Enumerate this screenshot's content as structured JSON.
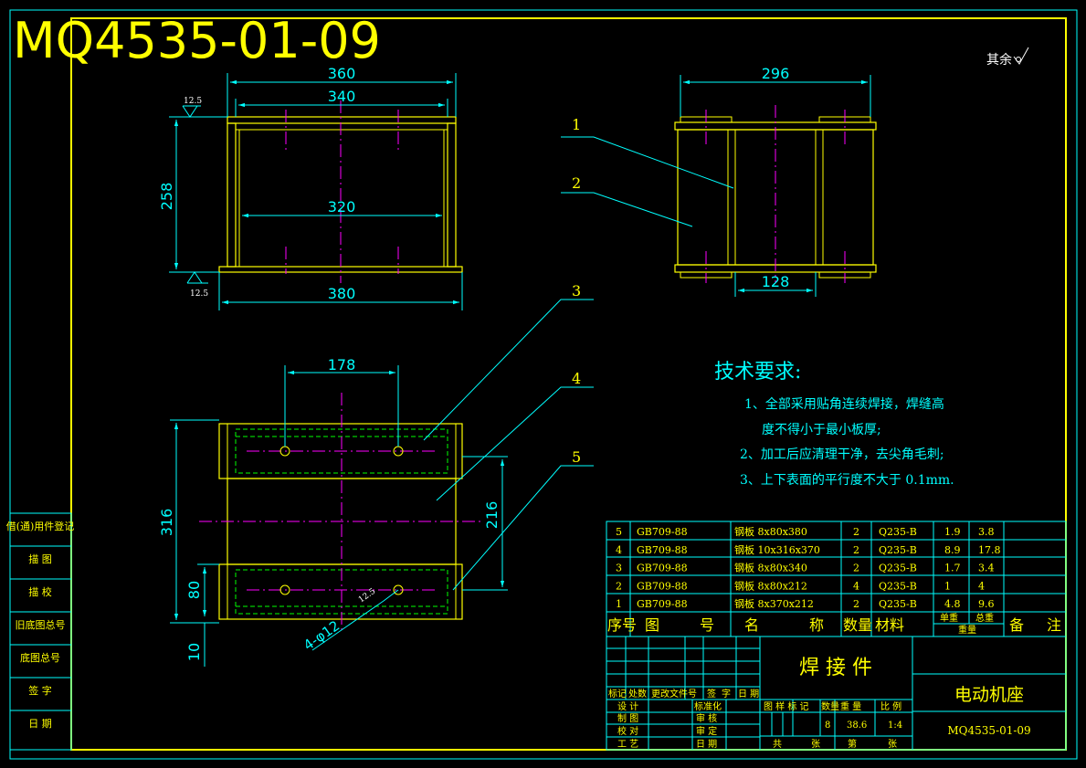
{
  "drawing": {
    "number": "MQ4535-01-09",
    "roughness_note": "其余",
    "roughness_values": [
      "12.5",
      "12.5",
      "12.5"
    ],
    "dimensions": {
      "front": [
        "360",
        "340",
        "320",
        "258",
        "380"
      ],
      "side": [
        "296",
        "128"
      ],
      "top": [
        "178",
        "316",
        "216",
        "80",
        "10",
        "4-φ12"
      ]
    },
    "balloons": [
      "1",
      "2",
      "3",
      "4",
      "5"
    ]
  },
  "tech_requirements": {
    "title": "技术要求:",
    "lines": [
      "1、全部采用贴角连续焊接，焊缝高",
      "度不得小于最小板厚;",
      "2、加工后应清理干净，去尖角毛刺;",
      "3、上下表面的平行度不大于 0.1mm."
    ]
  },
  "bom": {
    "headers": [
      "序号",
      "图",
      "号",
      "名",
      "称",
      "数量",
      "材料",
      "单重",
      "总重",
      "重量",
      "备",
      "注"
    ],
    "rows": [
      {
        "no": "5",
        "std": "GB709-88",
        "name": "钢板 8x80x380",
        "qty": "2",
        "mat": "Q235-B",
        "unit": "1.9",
        "total": "3.8"
      },
      {
        "no": "4",
        "std": "GB709-88",
        "name": "钢板 10x316x370",
        "qty": "2",
        "mat": "Q235-B",
        "unit": "8.9",
        "total": "17.8"
      },
      {
        "no": "3",
        "std": "GB709-88",
        "name": "钢板 8x80x340",
        "qty": "2",
        "mat": "Q235-B",
        "unit": "1.7",
        "total": "3.4"
      },
      {
        "no": "2",
        "std": "GB709-88",
        "name": "钢板 8x80x212",
        "qty": "4",
        "mat": "Q235-B",
        "unit": "1",
        "total": "4"
      },
      {
        "no": "1",
        "std": "GB709-88",
        "name": "钢板 8x370x212",
        "qty": "2",
        "mat": "Q235-B",
        "unit": "4.8",
        "total": "9.6"
      }
    ]
  },
  "title_block": {
    "part_name": "焊 接 件",
    "assembly_name": "电动机座",
    "drawing_no": "MQ4535-01-09",
    "rev_header": [
      "标记",
      "处数",
      "更改文件号",
      "签",
      "字",
      "日 期"
    ],
    "roles_left": [
      "设 计",
      "制 图",
      "校 对",
      "工 艺"
    ],
    "roles_right": [
      "标准化",
      "审 核",
      "审 定",
      "日 期"
    ],
    "meta_headers": [
      "图 样 标 记",
      "数量",
      "重 量",
      "比 例"
    ],
    "meta_values": [
      "8",
      "38.6",
      "1:4"
    ],
    "sheets": [
      "共",
      "张",
      "第",
      "张"
    ]
  },
  "side_table": [
    "借(通)用件登记",
    "描 图",
    "描 校",
    "旧底图总号",
    "底图总号",
    "签 字",
    "日 期"
  ],
  "colors": {
    "frame": "#ffff00",
    "cyan": "#00ffff",
    "center": "#ff00ff",
    "hidden": "#00ff00",
    "text": "#ffff00"
  }
}
